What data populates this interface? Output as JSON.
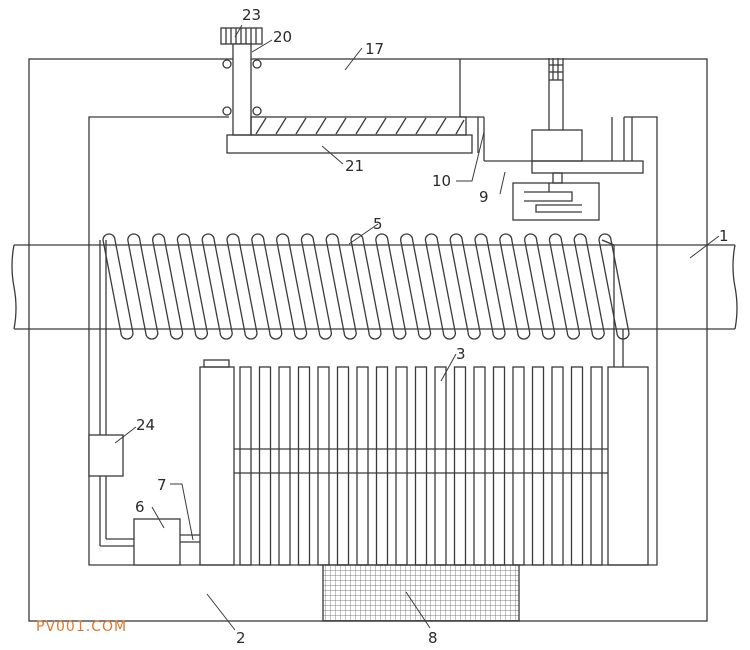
{
  "labels": [
    {
      "id": "1",
      "text": "1"
    },
    {
      "id": "2",
      "text": "2"
    },
    {
      "id": "3",
      "text": "3"
    },
    {
      "id": "5",
      "text": "5"
    },
    {
      "id": "6",
      "text": "6"
    },
    {
      "id": "7",
      "text": "7"
    },
    {
      "id": "8",
      "text": "8"
    },
    {
      "id": "9",
      "text": "9"
    },
    {
      "id": "10",
      "text": "10"
    },
    {
      "id": "17",
      "text": "17"
    },
    {
      "id": "20",
      "text": "20"
    },
    {
      "id": "21",
      "text": "21"
    },
    {
      "id": "23",
      "text": "23"
    },
    {
      "id": "24",
      "text": "24"
    }
  ],
  "watermark": "PV001.COM"
}
